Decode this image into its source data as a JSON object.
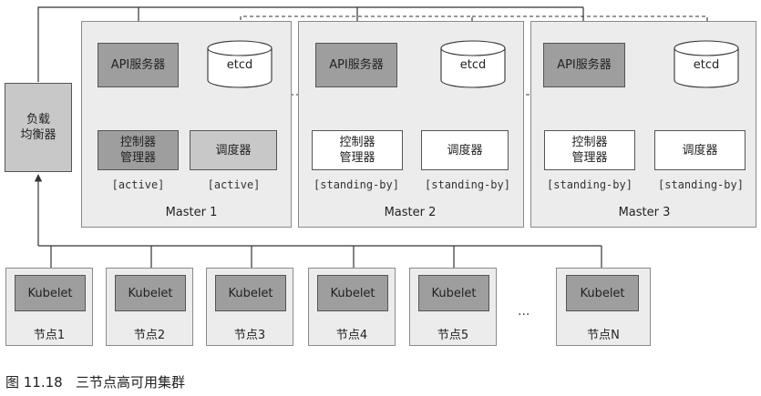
{
  "load_balancer": {
    "label": "负载\n均衡器"
  },
  "masters": [
    {
      "title": "Master 1",
      "api": "API服务器",
      "etcd": "etcd",
      "controller": "控制器\n管理器",
      "scheduler": "调度器",
      "controller_state": "[active]",
      "scheduler_state": "[active]"
    },
    {
      "title": "Master 2",
      "api": "API服务器",
      "etcd": "etcd",
      "controller": "控制器\n管理器",
      "scheduler": "调度器",
      "controller_state": "[standing-by]",
      "scheduler_state": "[standing-by]"
    },
    {
      "title": "Master 3",
      "api": "API服务器",
      "etcd": "etcd",
      "controller": "控制器\n管理器",
      "scheduler": "调度器",
      "controller_state": "[standing-by]",
      "scheduler_state": "[standing-by]"
    }
  ],
  "nodes": [
    {
      "kubelet": "Kubelet",
      "label": "节点1"
    },
    {
      "kubelet": "Kubelet",
      "label": "节点2"
    },
    {
      "kubelet": "Kubelet",
      "label": "节点3"
    },
    {
      "kubelet": "Kubelet",
      "label": "节点4"
    },
    {
      "kubelet": "Kubelet",
      "label": "节点5"
    },
    {
      "kubelet": "Kubelet",
      "label": "节点N"
    }
  ],
  "ellipsis": "...",
  "caption": "图 11.18   三节点高可用集群"
}
